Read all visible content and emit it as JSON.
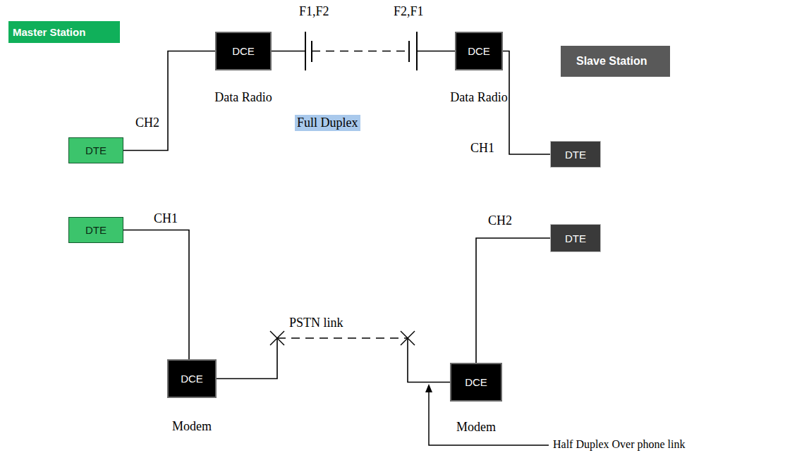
{
  "diagram": {
    "nodes": [
      {
        "text": [
          "Master Station"
        ]
      },
      {
        "text": [
          "DTE"
        ],
        "in": 0
      },
      {
        "text": [
          "DTE"
        ],
        "in": 0
      },
      {
        "text": [
          "DCE",
          "Data Radio"
        ]
      },
      {
        "text": [
          "DCE",
          "Data Radio"
        ]
      },
      {
        "text": [
          "Slave Station"
        ]
      },
      {
        "text": [
          "DTE"
        ],
        "in": 5
      },
      {
        "text": [
          "DTE"
        ],
        "in": 5
      },
      {
        "text": [
          "DCE",
          "Modem"
        ]
      },
      {
        "text": [
          "DCE",
          "Modem"
        ]
      }
    ],
    "edges": [
      {
        "from": 1,
        "to": 3,
        "label": "CH2",
        "arrow": "none"
      },
      {
        "from": 3,
        "to": 4,
        "arrow": "none"
      },
      {
        "from": 4,
        "to": 6,
        "label": "CH1",
        "arrow": "none"
      },
      {
        "from": 2,
        "to": 8,
        "label": "CH1",
        "arrow": "none"
      },
      {
        "from": 8,
        "to": 9,
        "label": "PSTN link",
        "arrow": "none"
      },
      {
        "from": 9,
        "to": 7,
        "label": "CH2",
        "arrow": "none"
      }
    ],
    "labels": [
      "F1,F2",
      "F2,F1",
      "Full Duplex",
      "Half Duplex Over phone link"
    ]
  }
}
